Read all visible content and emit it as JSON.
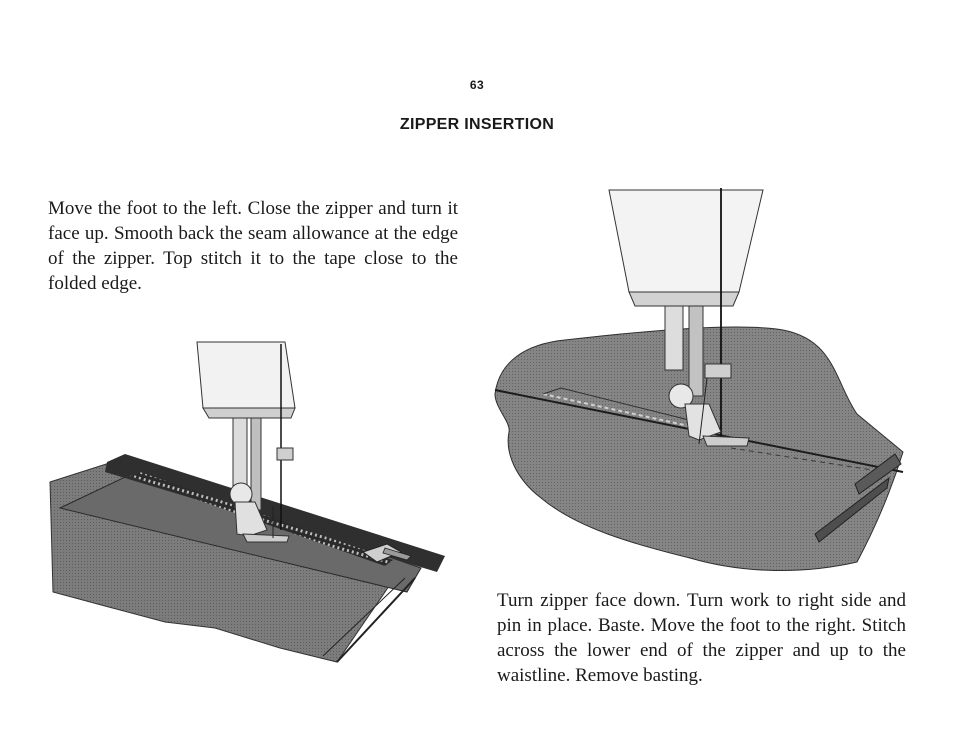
{
  "page": {
    "number": "63",
    "title": "ZIPPER INSERTION"
  },
  "instructions": [
    {
      "text": "Move the foot to the left. Close the zipper and turn it face up. Smooth back the seam allowance at the edge of the zipper. Top stitch it to the tape close to the folded edge."
    },
    {
      "text": "Turn zipper face down. Turn work to right side and pin in place. Baste. Move the foot to the right. Stitch across the lower end of the zipper and up to the waistline. Remove basting."
    }
  ],
  "colors": {
    "fabric": "#7a7a7a",
    "fabric_dark": "#4a4a4a",
    "zipper": "#2e2e2e",
    "metal_light": "#e8e8e8",
    "ink": "#1a1a1a"
  },
  "icons": {
    "left_illustration": "sewing-machine-zipper-topstitch-icon",
    "right_illustration": "sewing-machine-zipper-baste-icon"
  }
}
